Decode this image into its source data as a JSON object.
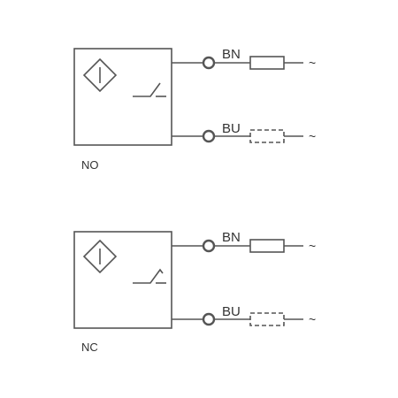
{
  "colors": {
    "stroke": "#555555",
    "text": "#333333",
    "background": "#ffffff"
  },
  "circuits": [
    {
      "type_label": "NO",
      "contact": "normally-open",
      "wires": [
        {
          "label": "BN",
          "terminal": "~",
          "load": "solid"
        },
        {
          "label": "BU",
          "terminal": "~",
          "load": "dashed"
        }
      ]
    },
    {
      "type_label": "NC",
      "contact": "normally-closed",
      "wires": [
        {
          "label": "BN",
          "terminal": "~",
          "load": "solid"
        },
        {
          "label": "BU",
          "terminal": "~",
          "load": "dashed"
        }
      ]
    }
  ]
}
